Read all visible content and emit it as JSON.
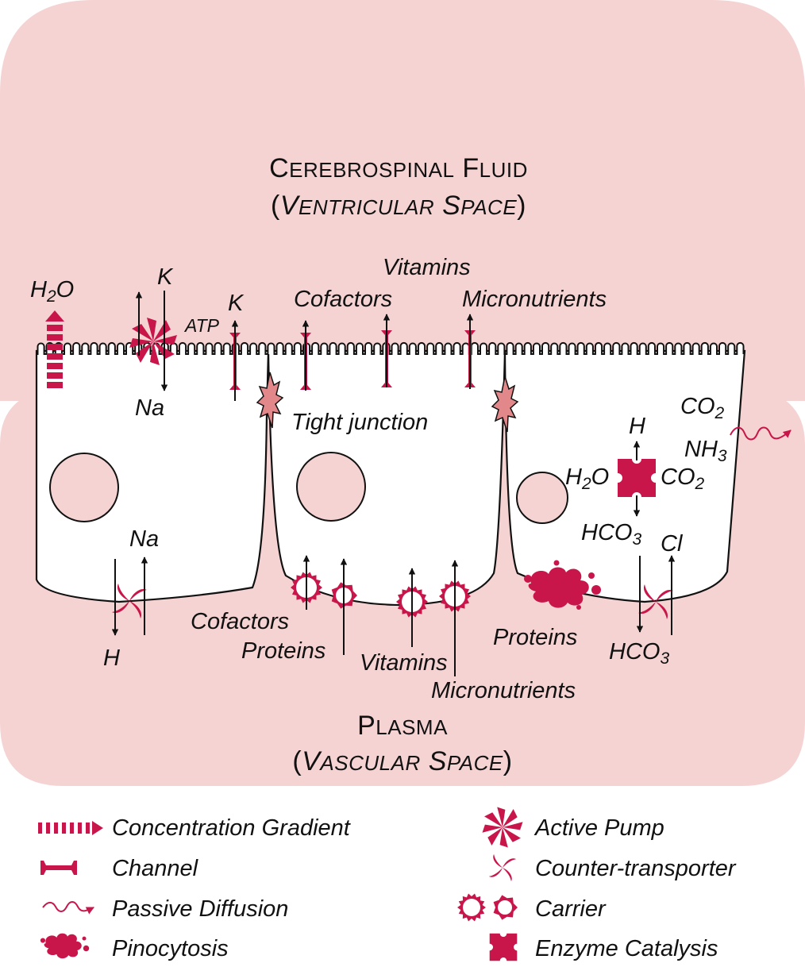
{
  "colors": {
    "background_fluid": "#f5d3d2",
    "accent": "#c8164a",
    "tight_junction": "#e3888a",
    "line": "#111111"
  },
  "regions": {
    "csf_title_first": "C",
    "csf_title_rest": "EREBROSPINAL",
    "csf_title_second_first": "F",
    "csf_title_second_rest": "LUID",
    "csf_subtitle_open": "(",
    "csf_subtitle_first": "V",
    "csf_subtitle_rest": "ENTRICULAR",
    "csf_subtitle_second_first": "S",
    "csf_subtitle_second_rest": "PACE",
    "csf_subtitle_close": ")",
    "plasma_title_first": "P",
    "plasma_title_rest": "LASMA",
    "plasma_subtitle_open": "(",
    "plasma_subtitle_first": "V",
    "plasma_subtitle_rest": "ASCULAR",
    "plasma_subtitle_second_first": "S",
    "plasma_subtitle_second_rest": "PACE",
    "plasma_subtitle_close": ")"
  },
  "apical_labels": {
    "h2o_main": "H",
    "h2o_sub": "2",
    "h2o_tail": "O",
    "k_pump": "K",
    "na_pump": "Na",
    "atp": "ATP",
    "k_channel": "K",
    "cofactors": "Cofactors",
    "vitamins": "Vitamins",
    "micronutrients": "Micronutrients",
    "tight_junction": "Tight junction"
  },
  "right_cell_labels": {
    "co2_top_main": "CO",
    "co2_top_sub": "2",
    "h_plus": "H",
    "nh3_main": "NH",
    "nh3_sub": "3",
    "h2o_main": "H",
    "h2o_sub": "2",
    "h2o_tail": "O",
    "co2_main": "CO",
    "co2_sub": "2",
    "hco3_main": "HCO",
    "hco3_sub": "3",
    "cl": "Cl",
    "hco3_bottom_main": "HCO",
    "hco3_bottom_sub": "3",
    "proteins": "Proteins"
  },
  "basal_labels": {
    "na": "Na",
    "h": "H",
    "cofactors": "Cofactors",
    "proteins": "Proteins",
    "vitamins": "Vitamins",
    "micronutrients": "Micronutrients"
  },
  "legend": [
    {
      "icon": "concentration-gradient-icon",
      "label": "Concentration Gradient"
    },
    {
      "icon": "channel-icon",
      "label": "Channel"
    },
    {
      "icon": "passive-diffusion-icon",
      "label": "Passive Diffusion"
    },
    {
      "icon": "pinocytosis-icon",
      "label": "Pinocytosis"
    },
    {
      "icon": "active-pump-icon",
      "label": "Active Pump"
    },
    {
      "icon": "counter-transporter-icon",
      "label": "Counter-transporter"
    },
    {
      "icon": "carrier-icon",
      "label": "Carrier"
    },
    {
      "icon": "enzyme-catalysis-icon",
      "label": "Enzyme Catalysis"
    }
  ]
}
